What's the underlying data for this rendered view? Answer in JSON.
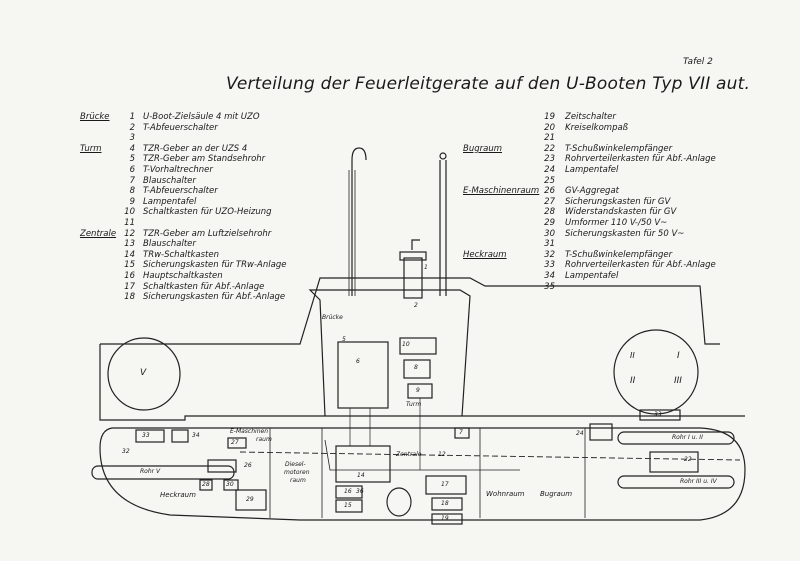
{
  "title": "Verteilung der Feuerleitgerate auf den U-Booten Typ VII aut.",
  "corner_note": "Tafel 2",
  "legend_left": [
    {
      "section": "Brücke",
      "items": [
        {
          "n": "1",
          "t": "U-Boot-Zielsäule 4 mit UZO"
        },
        {
          "n": "2",
          "t": "T-Abfeuerschalter"
        },
        {
          "n": "3",
          "t": ""
        }
      ]
    },
    {
      "section": "Turm",
      "items": [
        {
          "n": "4",
          "t": "TZR-Geber an der UZS 4"
        },
        {
          "n": "5",
          "t": "TZR-Geber am Standsehrohr"
        },
        {
          "n": "6",
          "t": "T-Vorhaltrechner"
        },
        {
          "n": "7",
          "t": "Blauschalter"
        },
        {
          "n": "8",
          "t": "T-Abfeuerschalter"
        },
        {
          "n": "9",
          "t": "Lampentafel"
        },
        {
          "n": "10",
          "t": "Schaltkasten für UZO-Heizung"
        },
        {
          "n": "11",
          "t": ""
        }
      ]
    },
    {
      "section": "Zentrale",
      "items": [
        {
          "n": "12",
          "t": "TZR-Geber am Luftzielsehrohr"
        },
        {
          "n": "13",
          "t": "Blauschalter"
        },
        {
          "n": "14",
          "t": "TRw-Schaltkasten"
        },
        {
          "n": "15",
          "t": "Sicherungskasten für TRw-Anlage"
        },
        {
          "n": "16",
          "t": "Hauptschaltkasten"
        },
        {
          "n": "17",
          "t": "Schaltkasten für Abf.-Anlage"
        },
        {
          "n": "18",
          "t": "Sicherungskasten für Abf.-Anlage"
        }
      ]
    }
  ],
  "legend_right": [
    {
      "section": "",
      "items": [
        {
          "n": "19",
          "t": "Zeitschalter"
        },
        {
          "n": "20",
          "t": "Kreiselkompaß"
        },
        {
          "n": "21",
          "t": ""
        }
      ]
    },
    {
      "section": "Bugraum",
      "items": [
        {
          "n": "22",
          "t": "T-Schußwinkelempfänger"
        },
        {
          "n": "23",
          "t": "Rohrverteilerkasten für Abf.-Anlage"
        },
        {
          "n": "24",
          "t": "Lampentafel"
        },
        {
          "n": "25",
          "t": ""
        }
      ]
    },
    {
      "section": "E-Maschinenraum",
      "items": [
        {
          "n": "26",
          "t": "GV-Aggregat"
        },
        {
          "n": "27",
          "t": "Sicherungskasten für GV"
        },
        {
          "n": "28",
          "t": "Widerstandskasten für GV"
        },
        {
          "n": "29",
          "t": "Umformer 110 V-/50 V~"
        },
        {
          "n": "30",
          "t": "Sicherungskasten für 50 V~"
        },
        {
          "n": "31",
          "t": ""
        }
      ]
    },
    {
      "section": "Heckraum",
      "items": [
        {
          "n": "32",
          "t": "T-Schußwinkelempfänger"
        },
        {
          "n": "33",
          "t": "Rohrverteilerkasten für Abf.-Anlage"
        },
        {
          "n": "34",
          "t": "Lampentafel"
        },
        {
          "n": "35",
          "t": ""
        }
      ]
    }
  ],
  "drawing": {
    "bruecke": "Brücke",
    "turm": "Turm",
    "zentrale": "Zentrale",
    "emaschinen": "E-Maschinen",
    "emaschinen2": "raum",
    "diesel": "Diesel-",
    "diesel2": "motoren",
    "diesel3": "raum",
    "heckraum": "Heckraum",
    "wohnraum": "Wohnraum",
    "bugraum": "Bugraum",
    "rohr5": "Rohr V",
    "rohr12": "Rohr I u. II",
    "rohr34": "Rohr III u. IV",
    "roman5": "V",
    "roman1": "I",
    "roman2": "II",
    "roman3": "III",
    "roman_top": "II"
  },
  "box_labels": {
    "b1": "1",
    "b2": "2",
    "b5": "5",
    "b6": "6",
    "b7": "7",
    "b8": "8",
    "b9": "9",
    "b10": "10",
    "b12": "12",
    "b14": "14",
    "b15": "15",
    "b16": "16",
    "b17": "17",
    "b18": "18",
    "b19": "19",
    "b22": "22",
    "b24": "24",
    "b26": "26",
    "b27": "27",
    "b28": "28",
    "b29": "29",
    "b30": "30",
    "b32": "32",
    "b33": "33",
    "b33b": "33",
    "b34": "34",
    "b36": "36"
  }
}
